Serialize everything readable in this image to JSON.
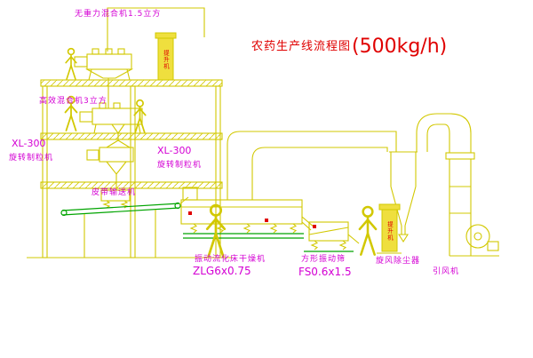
{
  "colors": {
    "line": "#d2c800",
    "green": "#00a400",
    "magenta": "#d400d4",
    "red": "#e00000",
    "cabinet": "#efdf3e",
    "background": "#ffffff"
  },
  "title": {
    "main": "农药生产线流程图",
    "capacity": "(500kg/h)"
  },
  "labels": {
    "mixer_top": "无重力混合机1.5立方",
    "mixer_mid": "高效混合机3立方",
    "xl300_left": "XL-300",
    "granulator_left": "旋转制粒机",
    "xl300_mid": "XL-300",
    "granulator_mid": "旋转制粒机",
    "belt_conveyor": "皮带输送机",
    "dryer_name": "振动流化床干燥机",
    "dryer_model": "ZLG6x0.75",
    "sieve_name": "方形振动筛",
    "sieve_model": "FS0.6x1.5",
    "cyclone": "旋风除尘器",
    "fan": "引风机",
    "elevator_1": "提升机",
    "elevator_2": "提升机"
  }
}
